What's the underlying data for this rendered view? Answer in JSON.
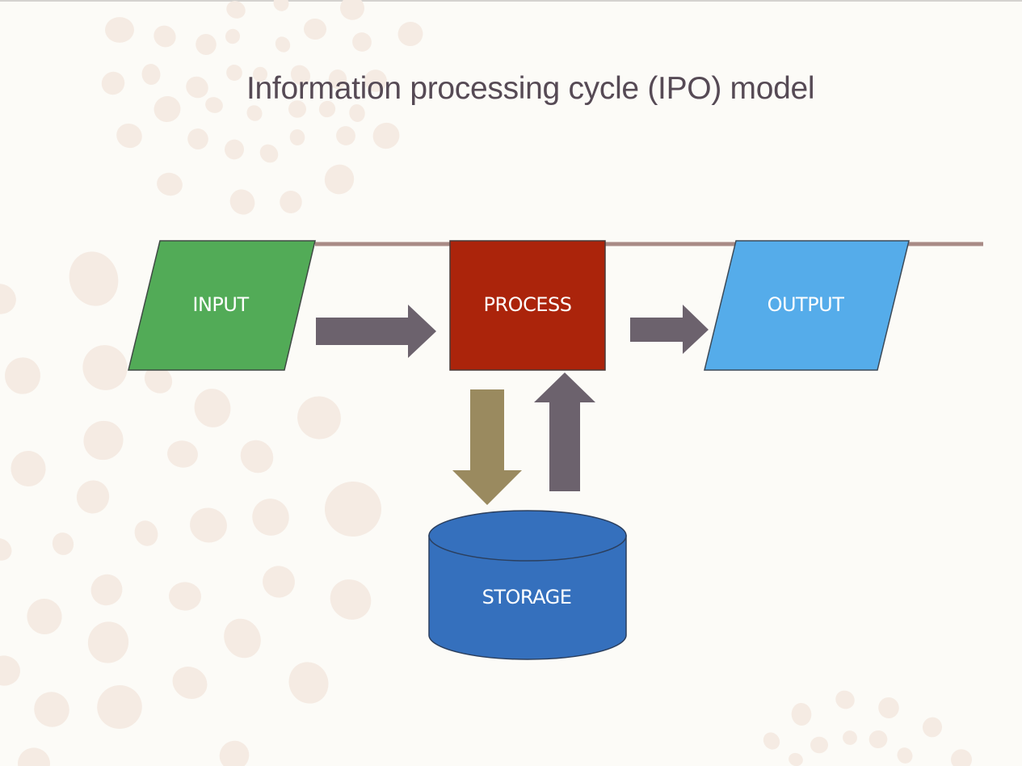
{
  "slide": {
    "title": "Information processing cycle (IPO) model"
  },
  "diagram": {
    "nodes": [
      {
        "id": "input",
        "label": "INPUT",
        "shape": "parallelogram",
        "color": "#52ab57"
      },
      {
        "id": "process",
        "label": "PROCESS",
        "shape": "rectangle",
        "color": "#ab240b"
      },
      {
        "id": "output",
        "label": "OUTPUT",
        "shape": "parallelogram",
        "color": "#55acea"
      },
      {
        "id": "storage",
        "label": "STORAGE",
        "shape": "cylinder",
        "color": "#3570bd"
      }
    ],
    "edges": [
      {
        "from": "input",
        "to": "process",
        "direction": "right",
        "color": "#6c626d"
      },
      {
        "from": "process",
        "to": "output",
        "direction": "right",
        "color": "#6c626d"
      },
      {
        "from": "process",
        "to": "storage",
        "direction": "down",
        "color": "#9a8a5f"
      },
      {
        "from": "storage",
        "to": "process",
        "direction": "up",
        "color": "#6c626d"
      }
    ],
    "line_color": "#a98b86",
    "dot_color": "#f5ebe3",
    "title_color": "#564a55"
  }
}
